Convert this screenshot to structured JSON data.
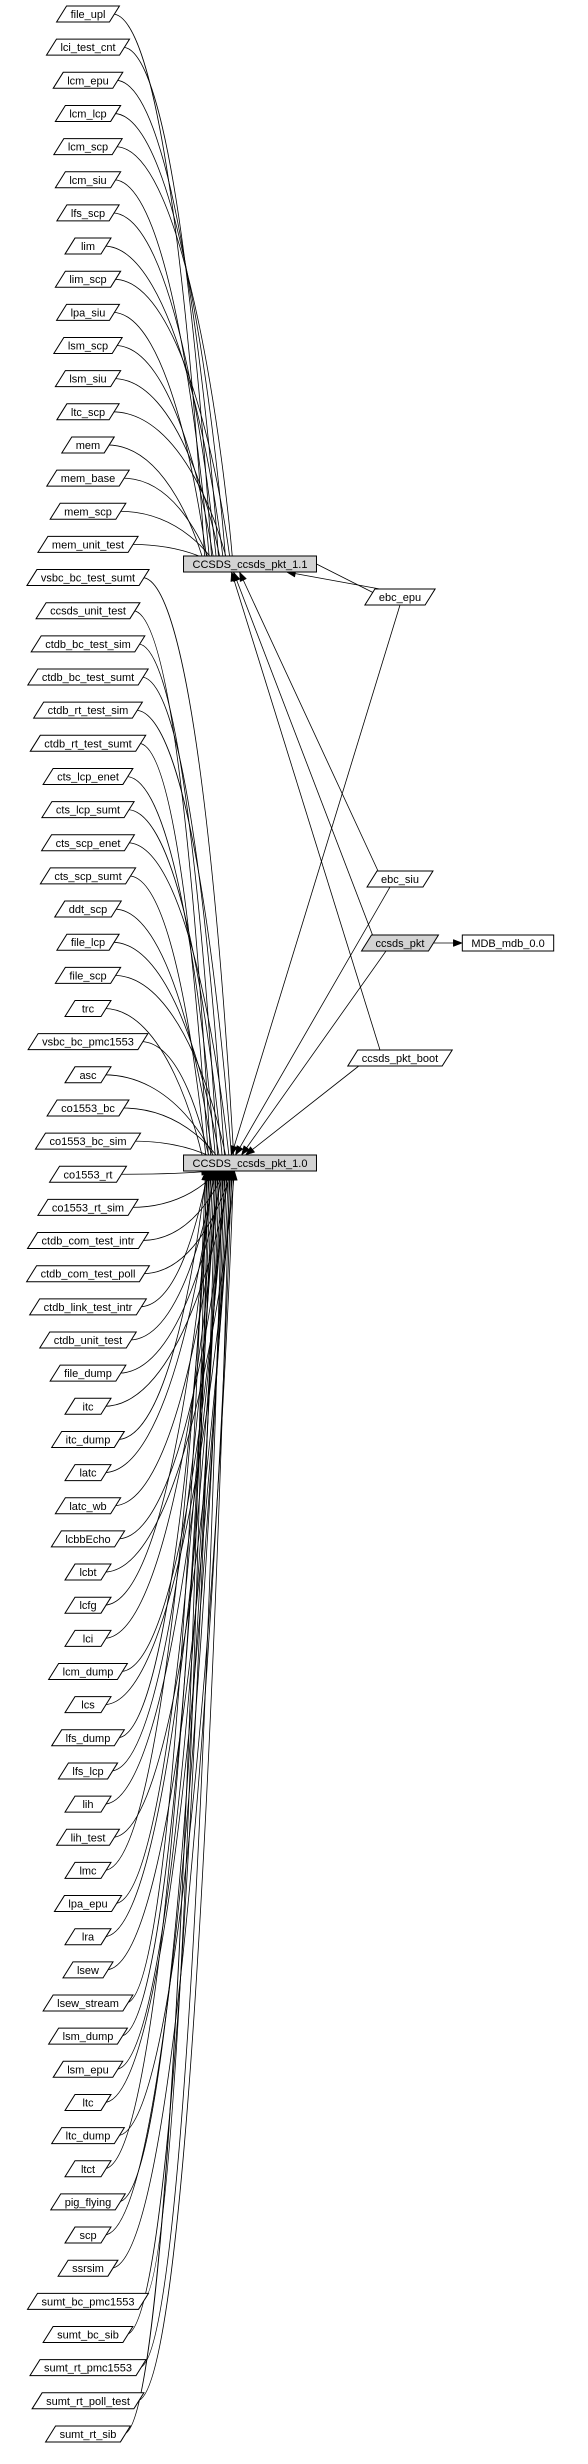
{
  "graph": {
    "left_column": [
      "file_upl",
      "lci_test_cnt",
      "lcm_epu",
      "lcm_lcp",
      "lcm_scp",
      "lcm_siu",
      "lfs_scp",
      "lim",
      "lim_scp",
      "lpa_siu",
      "lsm_scp",
      "lsm_siu",
      "ltc_scp",
      "mem",
      "mem_base",
      "mem_scp",
      "mem_unit_test",
      "vsbc_bc_test_sumt",
      "ccsds_unit_test",
      "ctdb_bc_test_sim",
      "ctdb_bc_test_sumt",
      "ctdb_rt_test_sim",
      "ctdb_rt_test_sumt",
      "cts_lcp_enet",
      "cts_lcp_sumt",
      "cts_scp_enet",
      "cts_scp_sumt",
      "ddt_scp",
      "file_lcp",
      "file_scp",
      "trc",
      "vsbc_bc_pmc1553",
      "asc",
      "co1553_bc",
      "co1553_bc_sim",
      "co1553_rt",
      "co1553_rt_sim",
      "ctdb_com_test_intr",
      "ctdb_com_test_poll",
      "ctdb_link_test_intr",
      "ctdb_unit_test",
      "file_dump",
      "itc",
      "itc_dump",
      "latc",
      "latc_wb",
      "lcbbEcho",
      "lcbt",
      "lcfg",
      "lci",
      "lcm_dump",
      "lcs",
      "lfs_dump",
      "lfs_lcp",
      "lih",
      "lih_test",
      "lmc",
      "lpa_epu",
      "lra",
      "lsew",
      "lsew_stream",
      "lsm_dump",
      "lsm_epu",
      "ltc",
      "ltc_dump",
      "ltct",
      "pig_flying",
      "scp",
      "ssrsim",
      "sumt_bc_pmc1553",
      "sumt_bc_sib",
      "sumt_rt_pmc1553",
      "sumt_rt_poll_test",
      "sumt_rt_sib"
    ],
    "hub_11": "CCSDS_ccsds_pkt_1.1",
    "hub_10": "CCSDS_ccsds_pkt_1.0",
    "mid": {
      "ebc_epu": "ebc_epu",
      "ebc_siu": "ebc_siu",
      "ccsds_pkt": "ccsds_pkt",
      "ccsds_pkt_boot": "ccsds_pkt_boot"
    },
    "right": "MDB_mdb_0.0",
    "colors": {
      "highlight": "#d3d3d3",
      "stroke": "#000000",
      "background": "#ffffff"
    }
  }
}
